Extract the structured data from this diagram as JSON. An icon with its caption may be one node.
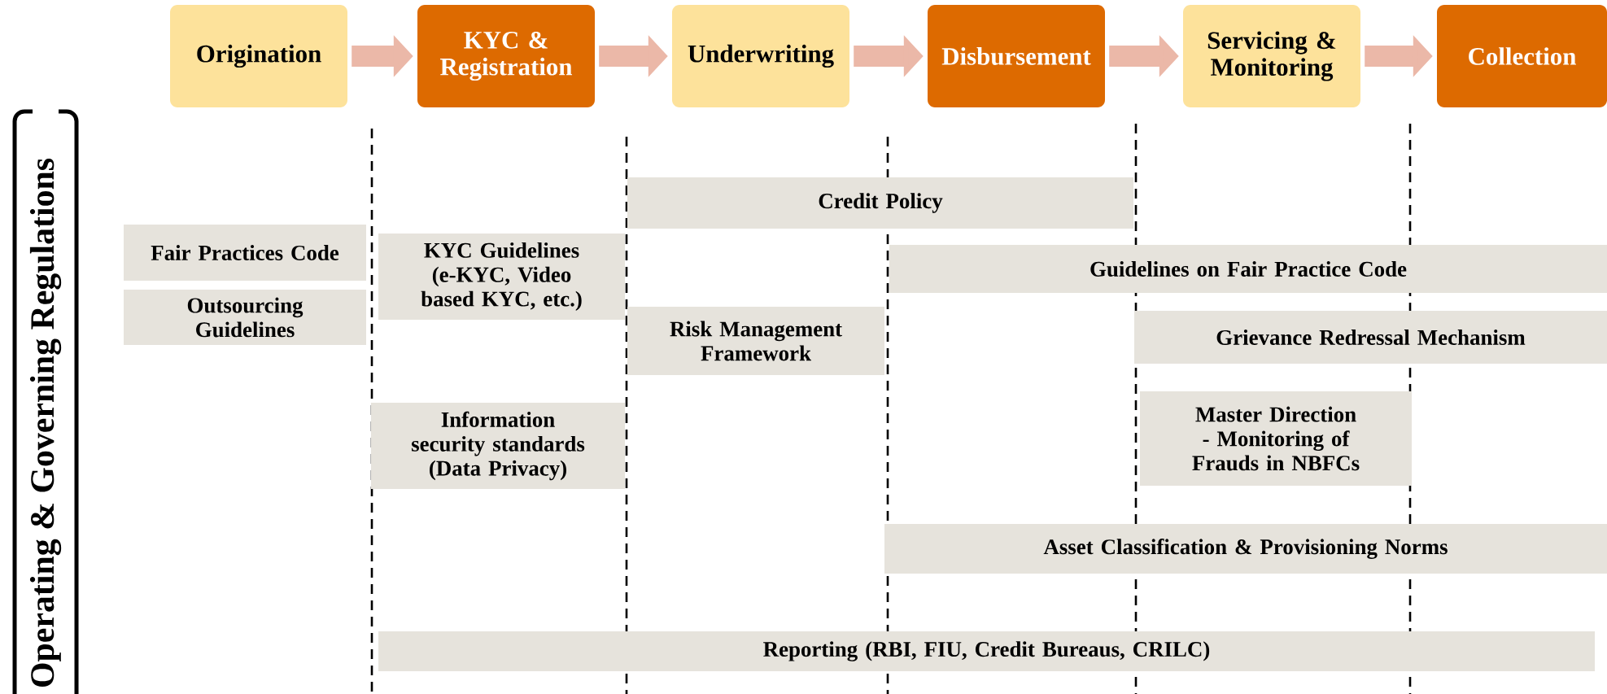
{
  "diagram": {
    "nodes": [
      {
        "text": [
          "Origination"
        ]
      },
      {
        "text": [
          "KYC & Registration"
        ]
      },
      {
        "text": [
          "Underwriting"
        ]
      },
      {
        "text": [
          "Disbursement"
        ]
      },
      {
        "text": [
          "Servicing & Monitoring"
        ]
      },
      {
        "text": [
          "Collection"
        ]
      },
      {
        "text": [
          "Credit Policy"
        ]
      },
      {
        "text": [
          "Fair Practices Code"
        ]
      },
      {
        "text": [
          "KYC Guidelines (e-KYC, Video based KYC, etc.)"
        ]
      },
      {
        "text": [
          "Guidelines on Fair Practice Code"
        ]
      },
      {
        "text": [
          "Outsourcing Guidelines"
        ]
      },
      {
        "text": [
          "Risk Management Framework"
        ]
      },
      {
        "text": [
          "Grievance Redressal Mechanism"
        ]
      },
      {
        "text": [
          "Information security standards (Data Privacy)"
        ]
      },
      {
        "text": [
          "Master Direction - Monitoring of Frauds in NBFCs"
        ]
      },
      {
        "text": [
          "Asset Classification & Provisioning Norms"
        ]
      },
      {
        "text": [
          "Reporting (RBI, FIU, Credit Bureaus, CRILC)"
        ]
      }
    ],
    "edges": [
      {
        "from": 0,
        "to": 1,
        "arrow": "to"
      },
      {
        "from": 1,
        "to": 2,
        "arrow": "to"
      },
      {
        "from": 2,
        "to": 3,
        "arrow": "to"
      },
      {
        "from": 3,
        "to": 4,
        "arrow": "to"
      },
      {
        "from": 4,
        "to": 5,
        "arrow": "to"
      }
    ],
    "labels": [
      "Operating & Governing Regulations"
    ]
  }
}
